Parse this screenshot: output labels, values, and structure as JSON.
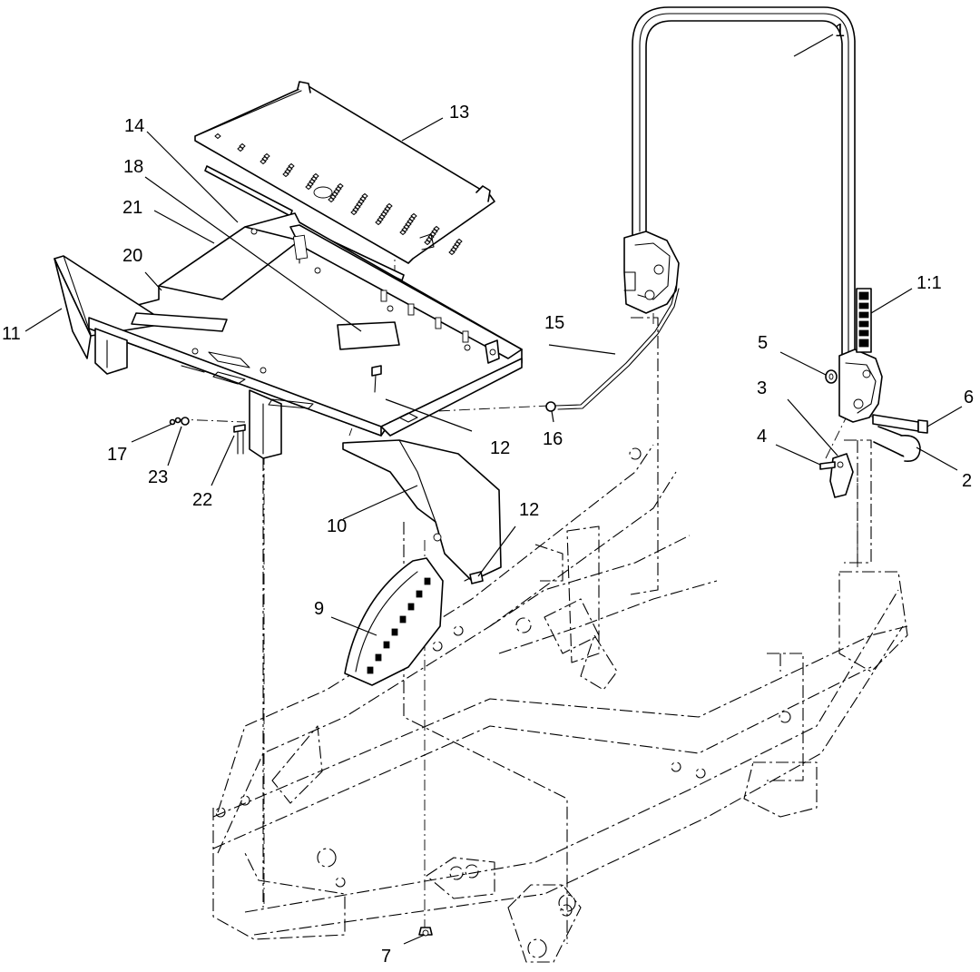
{
  "diagram": {
    "callouts": [
      {
        "id": "c1",
        "label": "1"
      },
      {
        "id": "c1-1",
        "label": "1:1"
      },
      {
        "id": "c2",
        "label": "2"
      },
      {
        "id": "c3",
        "label": "3"
      },
      {
        "id": "c4",
        "label": "4"
      },
      {
        "id": "c5",
        "label": "5"
      },
      {
        "id": "c6",
        "label": "6"
      },
      {
        "id": "c7",
        "label": "7"
      },
      {
        "id": "c9",
        "label": "9"
      },
      {
        "id": "c10",
        "label": "10"
      },
      {
        "id": "c11",
        "label": "11"
      },
      {
        "id": "c12a",
        "label": "12"
      },
      {
        "id": "c12b",
        "label": "12"
      },
      {
        "id": "c13",
        "label": "13"
      },
      {
        "id": "c14",
        "label": "14"
      },
      {
        "id": "c15",
        "label": "15"
      },
      {
        "id": "c16",
        "label": "16"
      },
      {
        "id": "c17",
        "label": "17"
      },
      {
        "id": "c18",
        "label": "18"
      },
      {
        "id": "c20",
        "label": "20"
      },
      {
        "id": "c21",
        "label": "21"
      },
      {
        "id": "c22",
        "label": "22"
      },
      {
        "id": "c23",
        "label": "23"
      }
    ]
  }
}
